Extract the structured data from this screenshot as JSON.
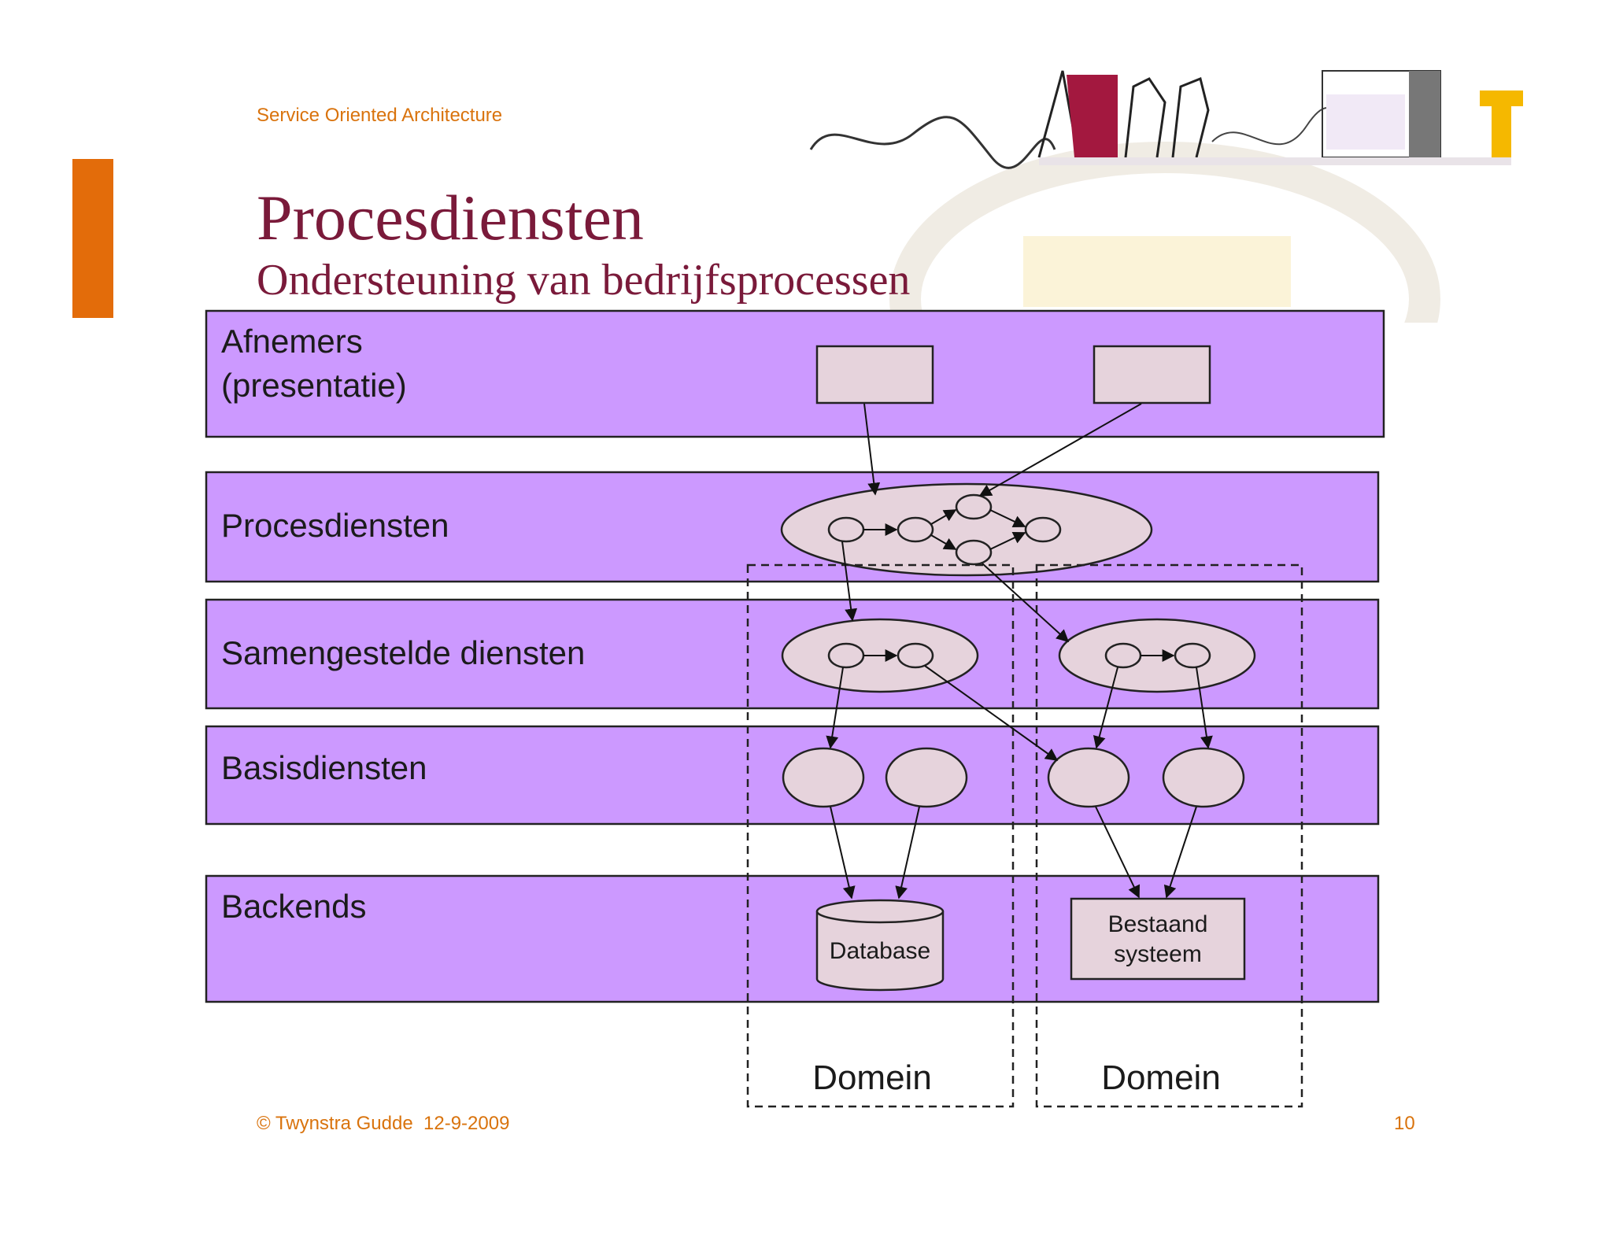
{
  "header": {
    "section": "Service Oriented Architecture"
  },
  "slide": {
    "title": "Procesdiensten",
    "subtitle": "Ondersteuning van bedrijfsprocessen"
  },
  "colors": {
    "accent_bar": "#e36c0a",
    "band_fill": "#cc99ff",
    "node_fill": "#e6d3dc",
    "title": "#7a1a3a",
    "header_footer": "#d9730d"
  },
  "layers": [
    {
      "id": "afnemers",
      "label": "Afnemers\n(presentatie)"
    },
    {
      "id": "procesdiensten",
      "label": "Procesdiensten"
    },
    {
      "id": "samengestelde",
      "label": "Samengestelde diensten"
    },
    {
      "id": "basisdiensten",
      "label": "Basisdiensten"
    },
    {
      "id": "backends",
      "label": "Backends"
    }
  ],
  "backends": {
    "database": "Database",
    "legacy": "Bestaand\nsysteem"
  },
  "domains": [
    "Domein",
    "Domein"
  ],
  "footer": {
    "copyright": "© Twynstra Gudde  12-9-2009",
    "page": "10"
  }
}
